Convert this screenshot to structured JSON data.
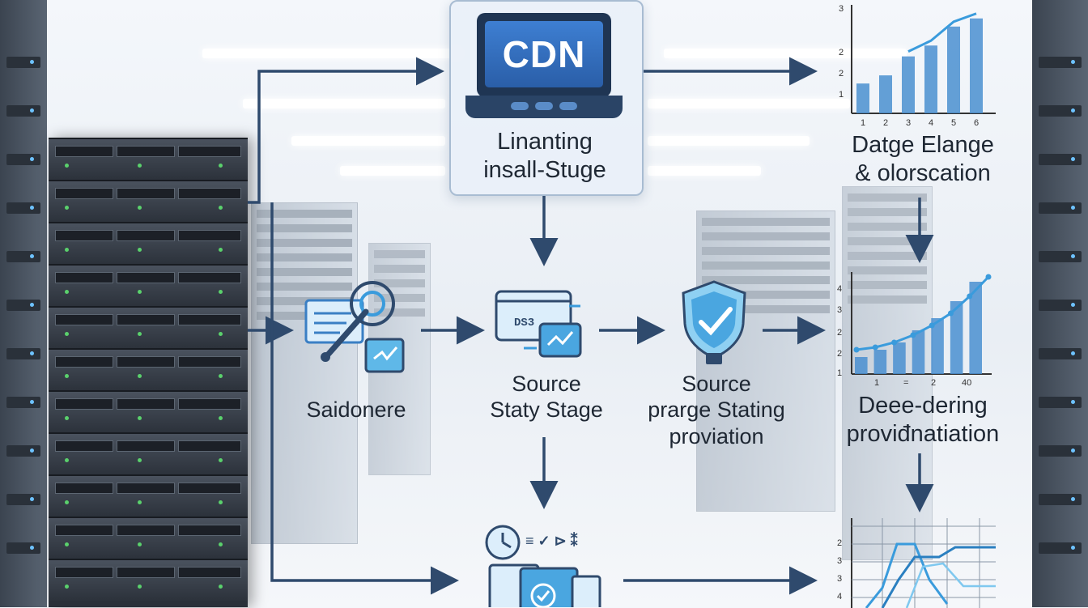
{
  "nodes": {
    "cdn_screen": "CDN",
    "top_box": "Linanting\ninsall-Stuge",
    "left": "Saidonere",
    "middle": "Source\nStaty Stage",
    "shield": "Source\nprarge Stating\nproviation",
    "top_right": "Datge Elange\n& olorscation",
    "mid_right": "Deee-dering\nproviđnatiation"
  },
  "charts": {
    "top_right_bars": {
      "y_ticks": [
        "1",
        "2",
        "2",
        "3"
      ],
      "x_ticks": [
        "1",
        "2",
        "3",
        "4",
        "5",
        "6"
      ],
      "values": [
        1.1,
        1.4,
        2.1,
        2.5,
        3.2,
        3.5
      ]
    },
    "mid_right_bars": {
      "y_ticks": [
        "1",
        "2",
        "2",
        "3",
        "4"
      ],
      "x_ticks": [
        "1",
        "=",
        "2",
        "40"
      ],
      "values": [
        0.7,
        1.0,
        1.3,
        1.8,
        2.3,
        3.0,
        3.8
      ],
      "trend": [
        1.0,
        1.1,
        1.3,
        1.6,
        2.0,
        2.5,
        3.2,
        4.0
      ]
    },
    "bottom_right_lines": {
      "y_ticks": [
        "2",
        "3",
        "3",
        "4"
      ]
    }
  },
  "colors": {
    "arrow": "#2f4a6d",
    "accent": "#3a9bdc",
    "bar": "#4a8fd0"
  }
}
